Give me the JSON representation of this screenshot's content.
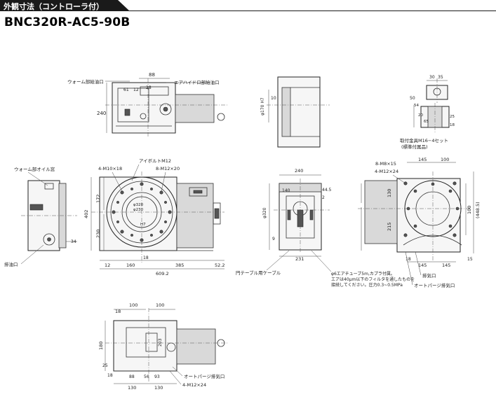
{
  "header": {
    "tab_title": "外観寸法（コントローラ付）",
    "model": "BNC320R-AC5-90B"
  },
  "labels": {
    "worm_oil_inlet": "ウォーム部給油口",
    "air_hydro_oil_inlet": "エアハイドロ部給油口",
    "worm_oil_gauge": "ウォーム部オイル窓",
    "drain_port": "排油口",
    "eyebolt": "アイボルトM12",
    "hole_4m10": "4-M10×18",
    "hole_8m12": "8-M12×20",
    "hole_8m8": "8-M8×15",
    "hole_4m12_a": "4-M12×24",
    "hole_4m12_b": "4-M12×24",
    "fixture_note_1": "取付金具M16−4セット",
    "fixture_note_2": "(標準付属品)",
    "table_cable": "円テーブル用ケーブル",
    "air_note_1": "φ6エアチューブ5m,カプラ付属。",
    "air_note_2": "エアは40μm以下のフィルタを通したものを",
    "air_note_3": "接続してください。圧力0.3~0.5MPa",
    "exhaust_port": "排気口",
    "purge_port_a": "オートパージ排気口",
    "purge_port_b": "オートパージ排気口"
  },
  "dimensions": {
    "top_88": "88",
    "top_61": "61",
    "top_28": "28",
    "top_12": "12",
    "top_240": "240",
    "side_phi170": "φ170 H7",
    "side_10": "10",
    "bk_30": "30",
    "bk_35": "35",
    "bk_50": "50",
    "bk_54": "54",
    "bk_20": "20",
    "bk_65": "65",
    "bk_25": "25",
    "bk_18": "18",
    "f_172": "172",
    "f_402": "402",
    "f_230": "230",
    "f_12": "12",
    "f_160": "160",
    "f_385": "385",
    "f_522": "52.2",
    "f_6092": "609.2",
    "f_18": "18",
    "f_h7": "H7",
    "f_phi320": "φ320",
    "f_phi230": "φ230",
    "l_34": "34",
    "r_240": "240",
    "r_140": "140",
    "r_445": "44.5",
    "r_2": "2",
    "r_phi320": "φ320",
    "r_9": "9",
    "r_231": "231",
    "rr_145": "145",
    "rr_100": "100",
    "rr_130": "130",
    "rr_215": "215",
    "rr_100v": "100",
    "rr_4485": "(448.5)",
    "rr_15": "15",
    "rr_145b": "145",
    "rr_145c": "145",
    "rr_18": "18",
    "b_18": "18",
    "b_100": "100",
    "b_100b": "100",
    "b_180": "180",
    "b_25": "25",
    "b_203": "203",
    "b_18b": "18",
    "b_88": "88",
    "b_56": "56",
    "b_93": "93",
    "b_130": "130",
    "b_130b": "130"
  }
}
